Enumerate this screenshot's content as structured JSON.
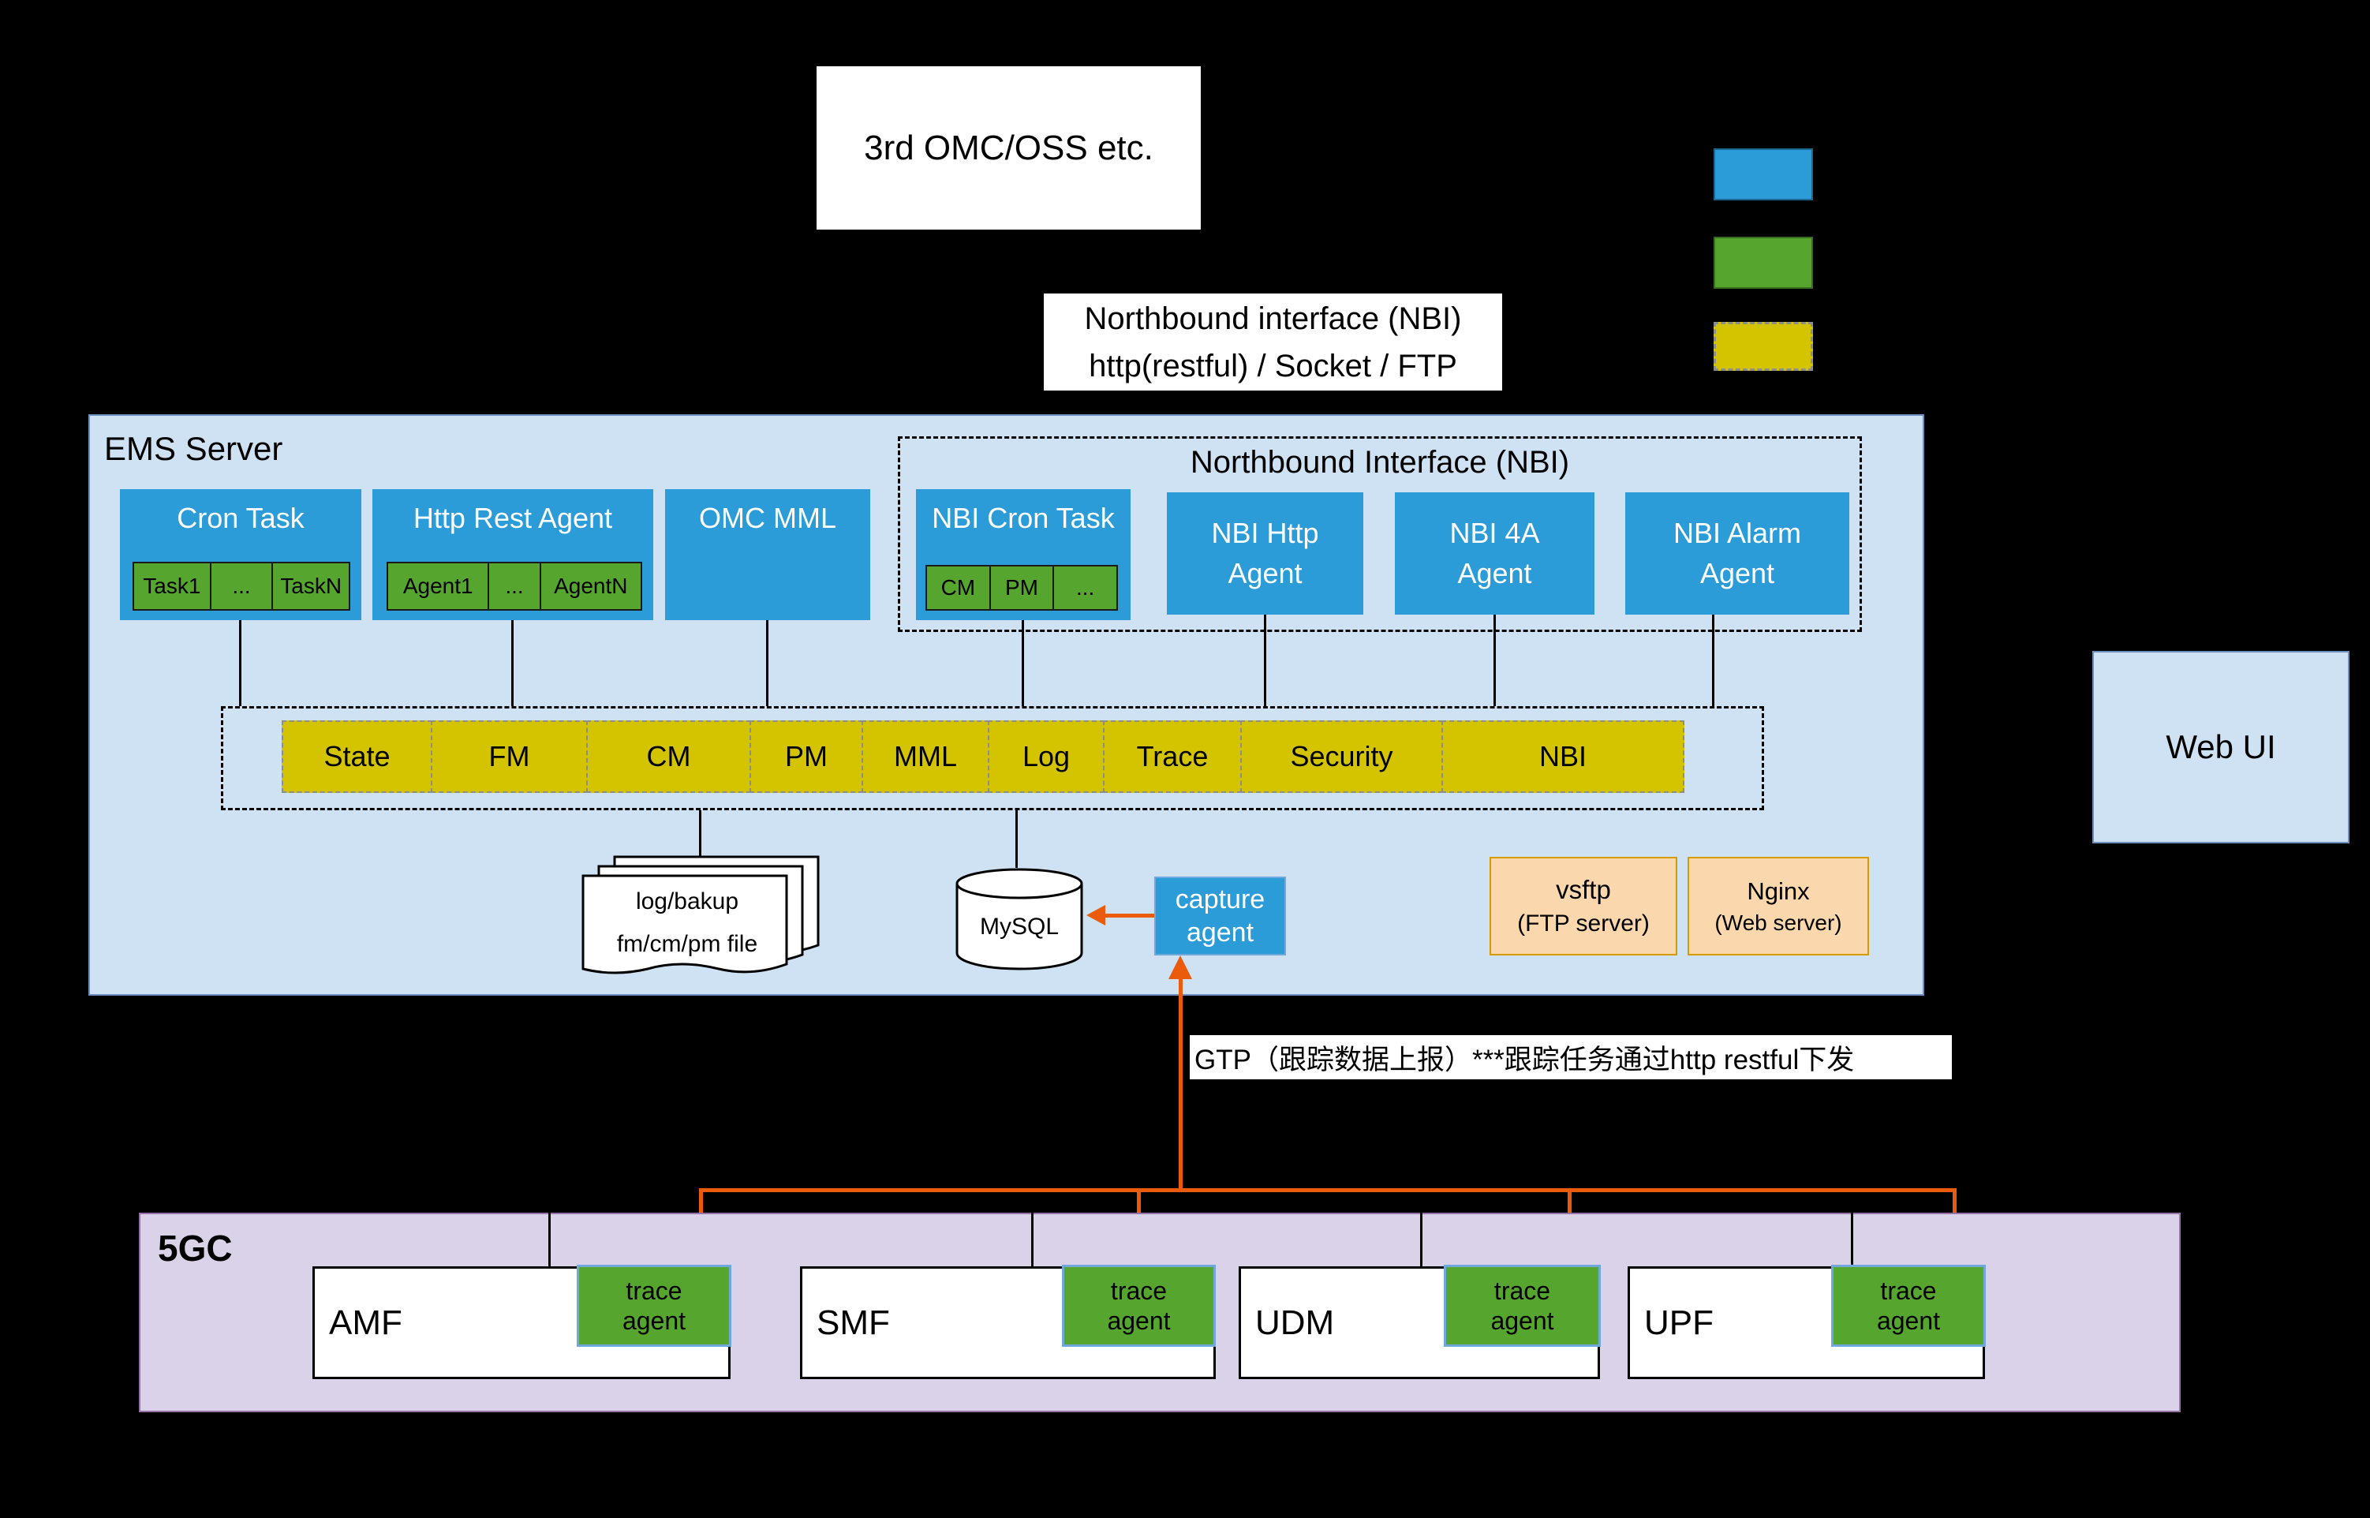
{
  "diagram": {
    "top": {
      "third_party_label": "3rd OMC/OSS etc.",
      "nbi_protocol_line1": "Northbound interface (NBI)",
      "nbi_protocol_line2": "http(restful) / Socket / FTP"
    },
    "legend": {
      "blue": "#2b9cd8",
      "green": "#56a52f",
      "yellow": "#d4c400"
    },
    "ems": {
      "title": "EMS Server",
      "cron_task": {
        "title": "Cron Task",
        "items": [
          "Task1",
          "...",
          "TaskN"
        ]
      },
      "http_rest_agent": {
        "title": "Http Rest Agent",
        "items": [
          "Agent1",
          "...",
          "AgentN"
        ]
      },
      "omc_mml": {
        "title": "OMC MML"
      },
      "nbi": {
        "title": "Northbound Interface (NBI)",
        "cron_task": {
          "title": "NBI Cron Task",
          "items": [
            "CM",
            "PM",
            "..."
          ]
        },
        "http_agent": "NBI Http Agent",
        "four_a_agent": "NBI 4A Agent",
        "alarm_agent": "NBI Alarm Agent"
      },
      "services": [
        "State",
        "FM",
        "CM",
        "PM",
        "MML",
        "Log",
        "Trace",
        "Security",
        "NBI"
      ],
      "file_stack": {
        "line1": "log/bakup",
        "line2": "fm/cm/pm file"
      },
      "mysql_label": "MySQL",
      "capture_agent": {
        "line1": "capture",
        "line2": "agent"
      },
      "vsftp": {
        "line1": "vsftp",
        "line2": "(FTP server)"
      },
      "nginx": {
        "line1": "Nginx",
        "line2": "(Web server)"
      }
    },
    "web_ui_label": "Web UI",
    "gtp_note": "GTP（跟踪数据上报）***跟踪任务通过http restful下发",
    "fivegc": {
      "title": "5GC",
      "nfs": [
        "AMF",
        "SMF",
        "UDM",
        "UPF"
      ],
      "trace_agent": {
        "line1": "trace",
        "line2": "agent"
      }
    },
    "colors": {
      "accent_orange": "#ea5b0c",
      "node_blue": "#2b9cd8",
      "node_green": "#56a52f",
      "bus_yellow": "#d4c400",
      "ems_fill": "#cfe2f3",
      "fivegc_fill": "#d9d2e9"
    }
  }
}
